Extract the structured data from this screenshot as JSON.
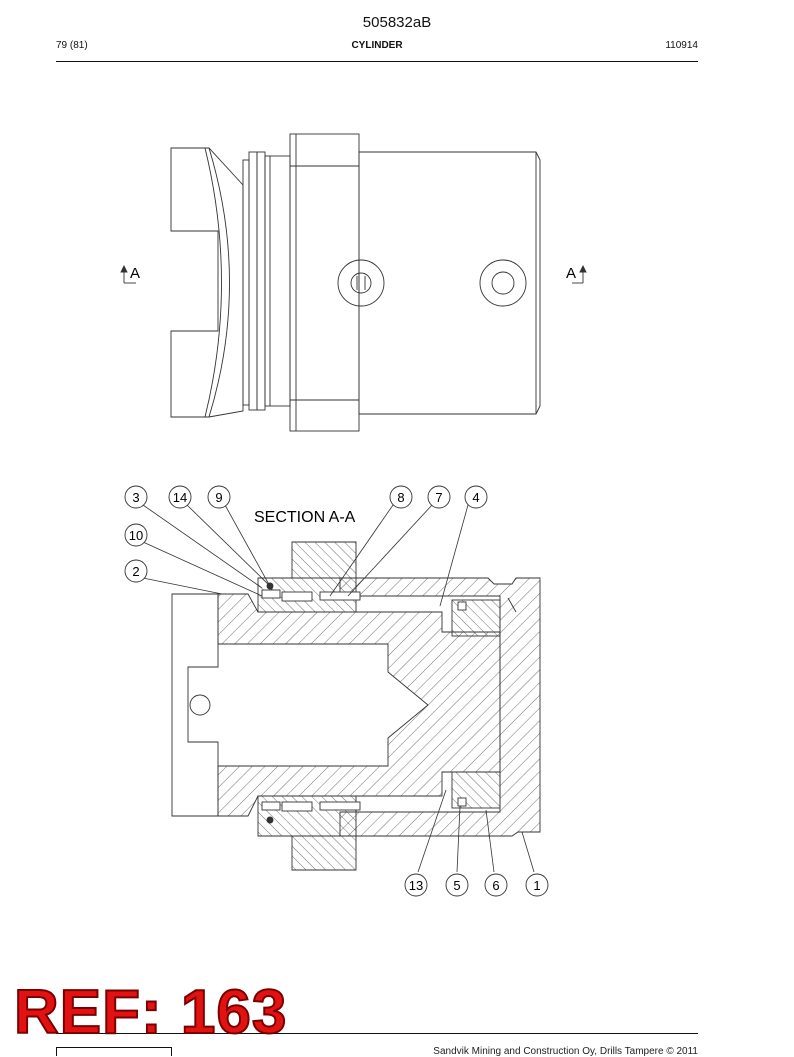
{
  "header": {
    "doc_number": "505832aB",
    "page": "79 (81)",
    "title": "CYLINDER",
    "code": "110914"
  },
  "drawing": {
    "view_marker_left": "A",
    "view_marker_right": "A",
    "section_title": "SECTION  A-A",
    "callouts": [
      "3",
      "14",
      "9",
      "8",
      "7",
      "4",
      "10",
      "2",
      "13",
      "5",
      "6",
      "1"
    ]
  },
  "footer": {
    "copyright": "Sandvik Mining and Construction Oy, Drills Tampere © 2011"
  },
  "stamp": {
    "text": "REF: 163",
    "color": "#e31212"
  }
}
